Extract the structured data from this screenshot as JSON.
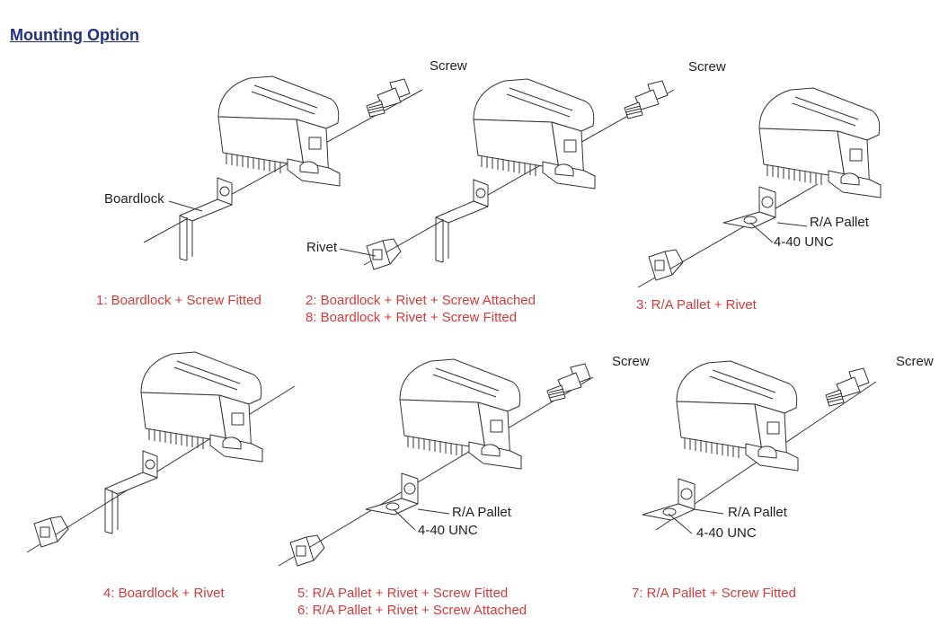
{
  "title": "Mounting Option",
  "labels": {
    "screw": "Screw",
    "boardlock": "Boardlock",
    "rivet": "Rivet",
    "pallet": "R/A Pallet",
    "unc": "4-40 UNC"
  },
  "options": [
    {
      "lines": [
        "1: Boardlock + Screw Fitted"
      ]
    },
    {
      "lines": [
        "2: Boardlock + Rivet + Screw Attached",
        "8: Boardlock + Rivet + Screw Fitted"
      ]
    },
    {
      "lines": [
        "3: R/A Pallet + Rivet"
      ]
    },
    {
      "lines": [
        "4: Boardlock + Rivet"
      ]
    },
    {
      "lines": [
        "5: R/A Pallet + Rivet + Screw Fitted",
        "6: R/A Pallet + Rivet + Screw Attached"
      ]
    },
    {
      "lines": [
        "7: R/A Pallet + Screw Fitted"
      ]
    }
  ]
}
